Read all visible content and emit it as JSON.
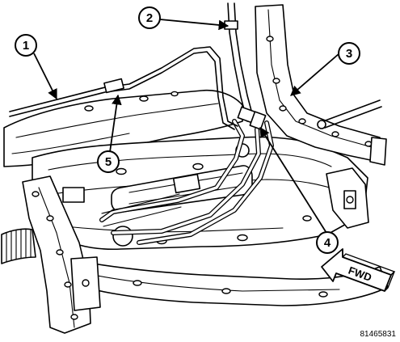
{
  "callouts": [
    {
      "label": "1"
    },
    {
      "label": "2"
    },
    {
      "label": "3"
    },
    {
      "label": "4"
    },
    {
      "label": "5"
    }
  ],
  "direction_label": "FWD",
  "figure_code": "81465831"
}
